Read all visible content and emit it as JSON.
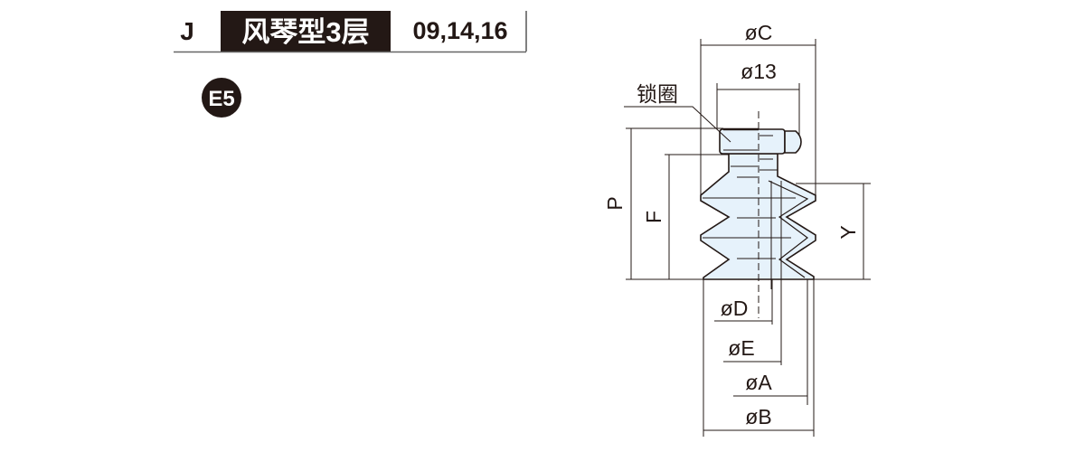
{
  "header": {
    "series_letter": "J",
    "type_label": "风琴型3层",
    "sizes": "09,14,16"
  },
  "badge": "E5",
  "diagram": {
    "labels": {
      "dia_c": "øC",
      "dia_13": "ø13",
      "lock_ring": "锁圈",
      "p": "P",
      "f": "F",
      "y": "Y",
      "dia_d": "øD",
      "dia_e": "øE",
      "dia_a": "øA",
      "dia_b": "øB"
    },
    "colors": {
      "fill": "#e6f2fb",
      "line": "#231815",
      "header_bg": "#231815"
    }
  }
}
